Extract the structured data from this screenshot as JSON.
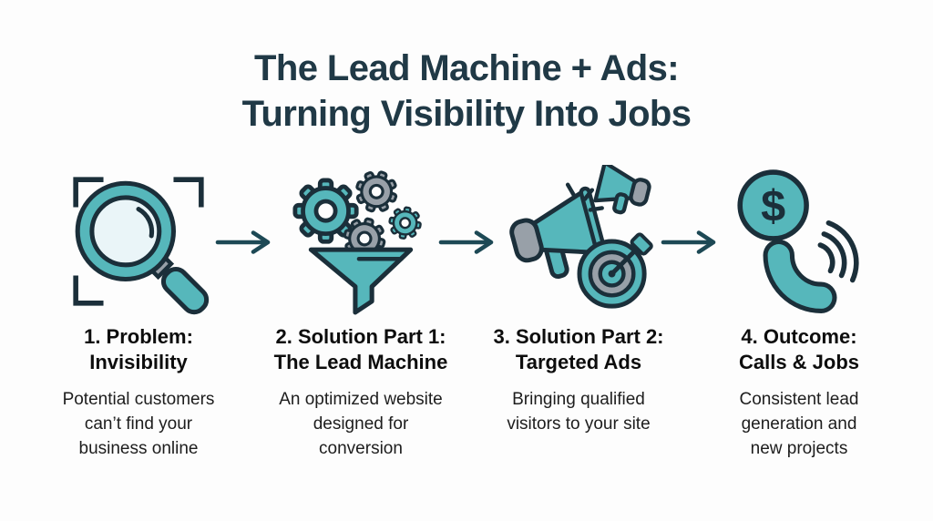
{
  "title": {
    "line1": "The Lead Machine + Ads:",
    "line2": "Turning Visibility Into Jobs"
  },
  "steps": [
    {
      "icon": "magnifying-glass-scan-icon",
      "heading": "1. Problem:\nInvisibility",
      "body": "Potential customers\ncan’t find your\nbusiness online"
    },
    {
      "icon": "gears-funnel-icon",
      "heading": "2. Solution Part 1:\nThe Lead Machine",
      "body": "An optimized website\ndesigned for\nconversion"
    },
    {
      "icon": "megaphones-target-icon",
      "heading": "3. Solution Part 2:\nTargeted Ads",
      "body": "Bringing qualified\nvisitors to your site"
    },
    {
      "icon": "phone-dollar-coin-icon",
      "heading": "4. Outcome:\nCalls & Jobs",
      "body": "Consistent lead\ngeneration and\nnew projects"
    }
  ],
  "arrows": {
    "glyph": "→",
    "count": 3,
    "direction": "right"
  },
  "colors": {
    "background": "#fdfdfd",
    "teal": "#56b7bb",
    "gray": "#98a0a8",
    "icon_outline": "#1b2f3a",
    "arrow": "#1d4955",
    "title_text": "#203946",
    "heading_text": "#0d0d0d",
    "body_text": "#1d1d1d",
    "lens": "#eaf5f8"
  }
}
